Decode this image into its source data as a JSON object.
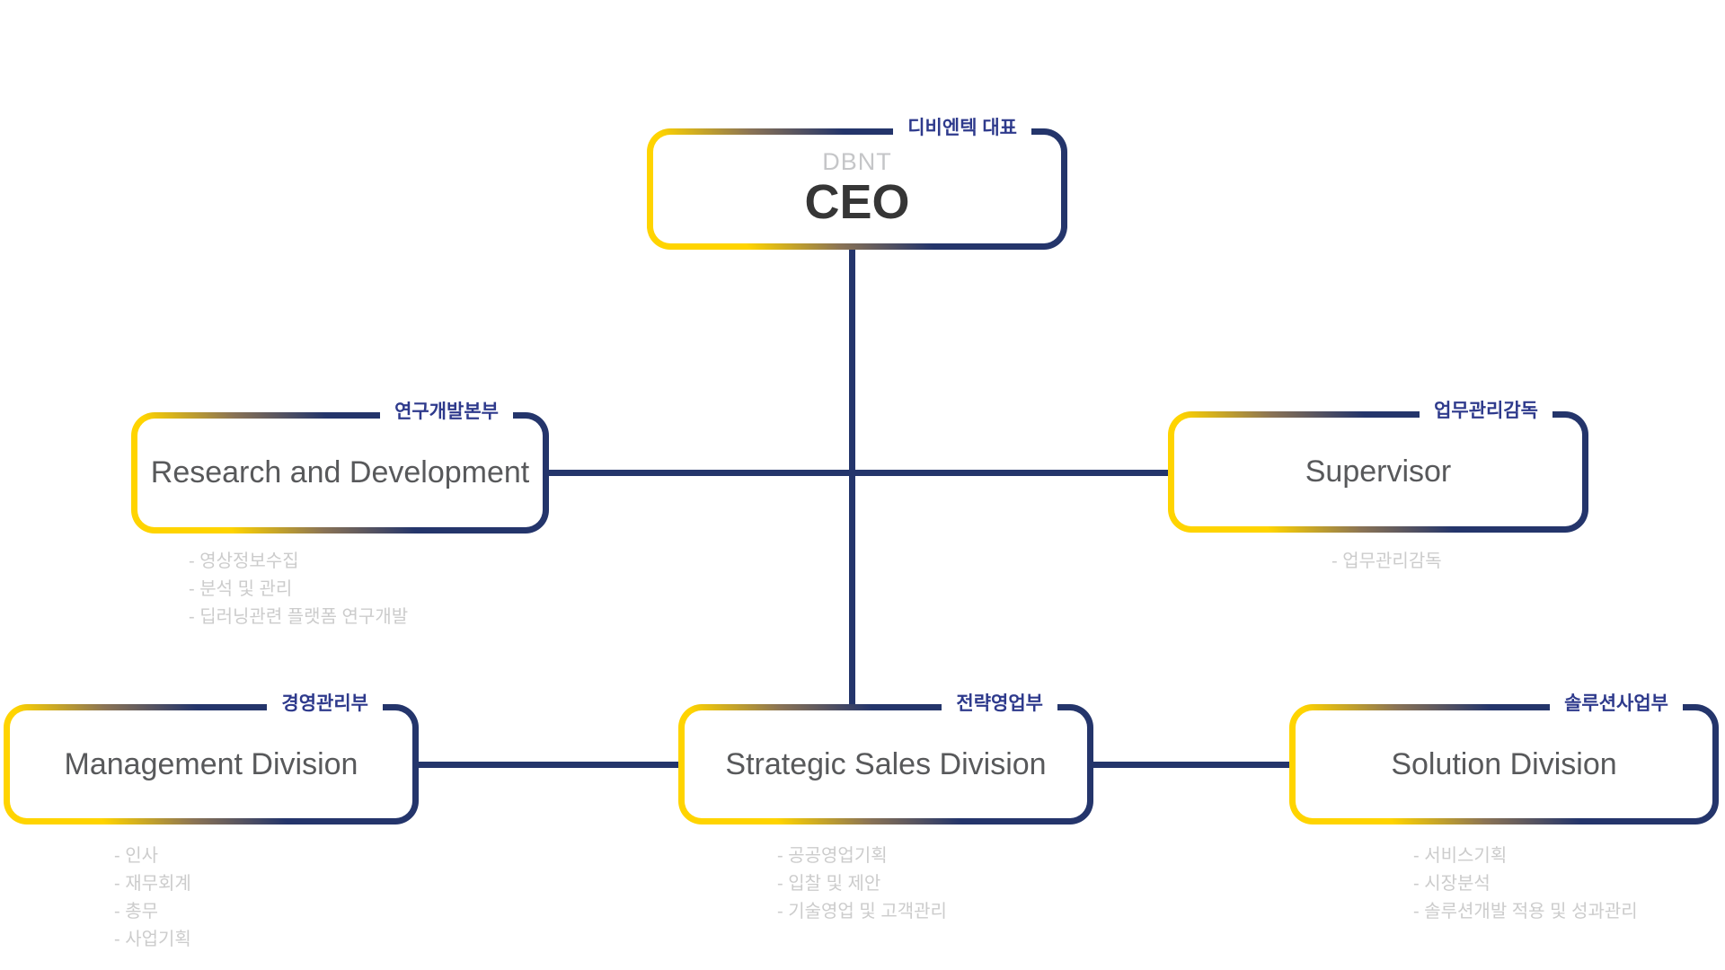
{
  "diagram": {
    "type": "org-chart",
    "colors": {
      "navy": "#24356B",
      "yellow": "#FFD400",
      "badge_text": "#2E3A8C",
      "title_text": "#58595B",
      "muted_text": "#CCCCCC"
    },
    "nodes": {
      "ceo": {
        "badge": "디비엔텍 대표",
        "company": "DBNT",
        "title": "CEO"
      },
      "rnd": {
        "badge": "연구개발본부",
        "title": "Research and Development",
        "items": [
          "- 영상정보수집",
          "- 분석 및 관리",
          "- 딥러닝관련 플랫폼 연구개발"
        ]
      },
      "supervisor": {
        "badge": "업무관리감독",
        "title": "Supervisor",
        "items": [
          "- 업무관리감독"
        ]
      },
      "management": {
        "badge": "경영관리부",
        "title": "Management Division",
        "items": [
          "- 인사",
          "- 재무회계",
          "- 총무",
          "- 사업기획"
        ]
      },
      "strategic": {
        "badge": "전략영업부",
        "title": "Strategic Sales Division",
        "items": [
          "- 공공영업기획",
          "- 입찰 및 제안",
          "- 기술영업 및 고객관리"
        ]
      },
      "solution": {
        "badge": "솔루션사업부",
        "title": "Solution Division",
        "items": [
          "- 서비스기획",
          "- 시장분석",
          "- 솔루션개발 적용 및 성과관리"
        ]
      }
    }
  }
}
